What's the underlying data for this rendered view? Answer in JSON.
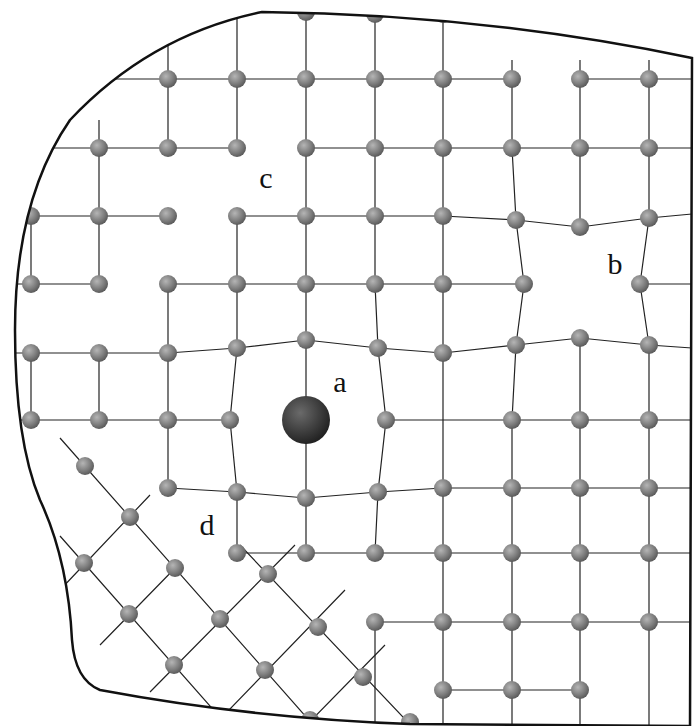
{
  "diagram": {
    "labels": [
      "c",
      "b",
      "a",
      "d"
    ]
  }
}
